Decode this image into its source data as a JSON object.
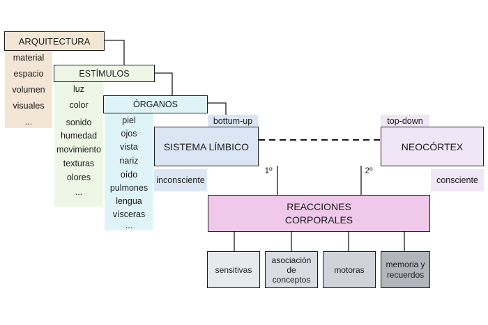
{
  "colors": {
    "arquitectura": "#f3e6d4",
    "estimulos": "#eef6e6",
    "organos": "#dff4f8",
    "limbico": "#dbe6f5",
    "neocortex": "#f0e6f6",
    "reacciones": "#f0c8ea",
    "gray_light": "#e7e9ed",
    "gray_mid": "#d0d4d9",
    "gray_dark": "#b2b6bc"
  },
  "arquitectura": {
    "title": "ARQUITECTURA",
    "items": [
      "material",
      "espacio",
      "volumen",
      "visuales",
      "..."
    ]
  },
  "estimulos": {
    "title": "ESTÍMULOS",
    "items": [
      "luz",
      "color",
      "sonido",
      "humedad",
      "movimiento",
      "texturas",
      "olores",
      "..."
    ]
  },
  "organos": {
    "title": "ÓRGANOS",
    "items": [
      "piel",
      "ojos",
      "vista",
      "nariz",
      "oído",
      "pulmones",
      "lengua",
      "vísceras",
      "..."
    ]
  },
  "limbico": {
    "label": "SISTEMA LÍMBICO",
    "tag_top": "bottum-up",
    "tag_bottom": "inconsciente",
    "order": "1º"
  },
  "neocortex": {
    "label": "NEOCÓRTEX",
    "tag_top": "top-down",
    "tag_bottom": "consciente",
    "order": "2º"
  },
  "reacciones": {
    "line1": "REACCIONES",
    "line2": "CORPORALES"
  },
  "outputs": {
    "sensitivas": "sensitivas",
    "asociacion": [
      "asociación",
      "de",
      "conceptos"
    ],
    "motoras": "motoras",
    "memoria": [
      "memoria y",
      "recuerdos"
    ]
  }
}
